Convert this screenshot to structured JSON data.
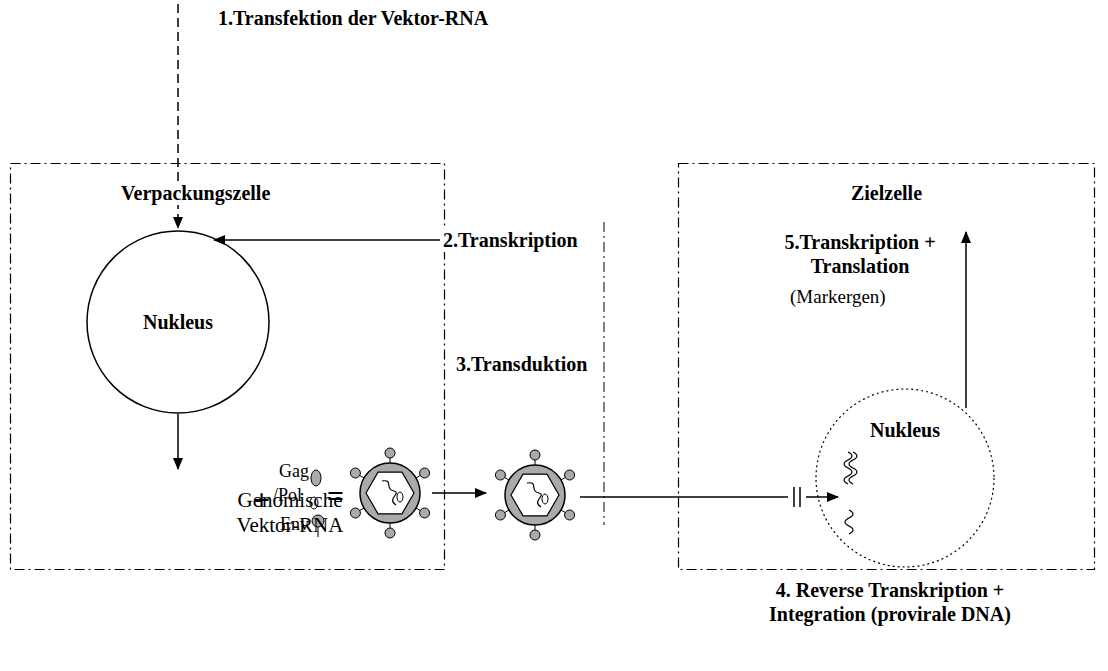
{
  "diagram": {
    "nodes": [
      {
        "text": [
          "Verpackungszelle"
        ]
      },
      {
        "text": [
          "Nukleus"
        ],
        "in": 0
      },
      {
        "text": [
          "Genomische Vektor-RNA"
        ],
        "in": 0
      },
      {
        "text": [
          "Zielzelle"
        ]
      },
      {
        "text": [
          "Nukleus"
        ],
        "in": 3
      }
    ],
    "edges": [
      {
        "from": 1,
        "to": 2,
        "arrow": "to"
      }
    ],
    "labels": [
      "1.Transfektion der Vektor-RNA",
      "2.Transkription",
      "3.Transduktion",
      "4. Reverse Transkription + Integration (provirale DNA)",
      "5.Transkription + Translation",
      "(Markergen)",
      "Gag",
      "/Pol",
      "Env",
      "+",
      "="
    ]
  }
}
